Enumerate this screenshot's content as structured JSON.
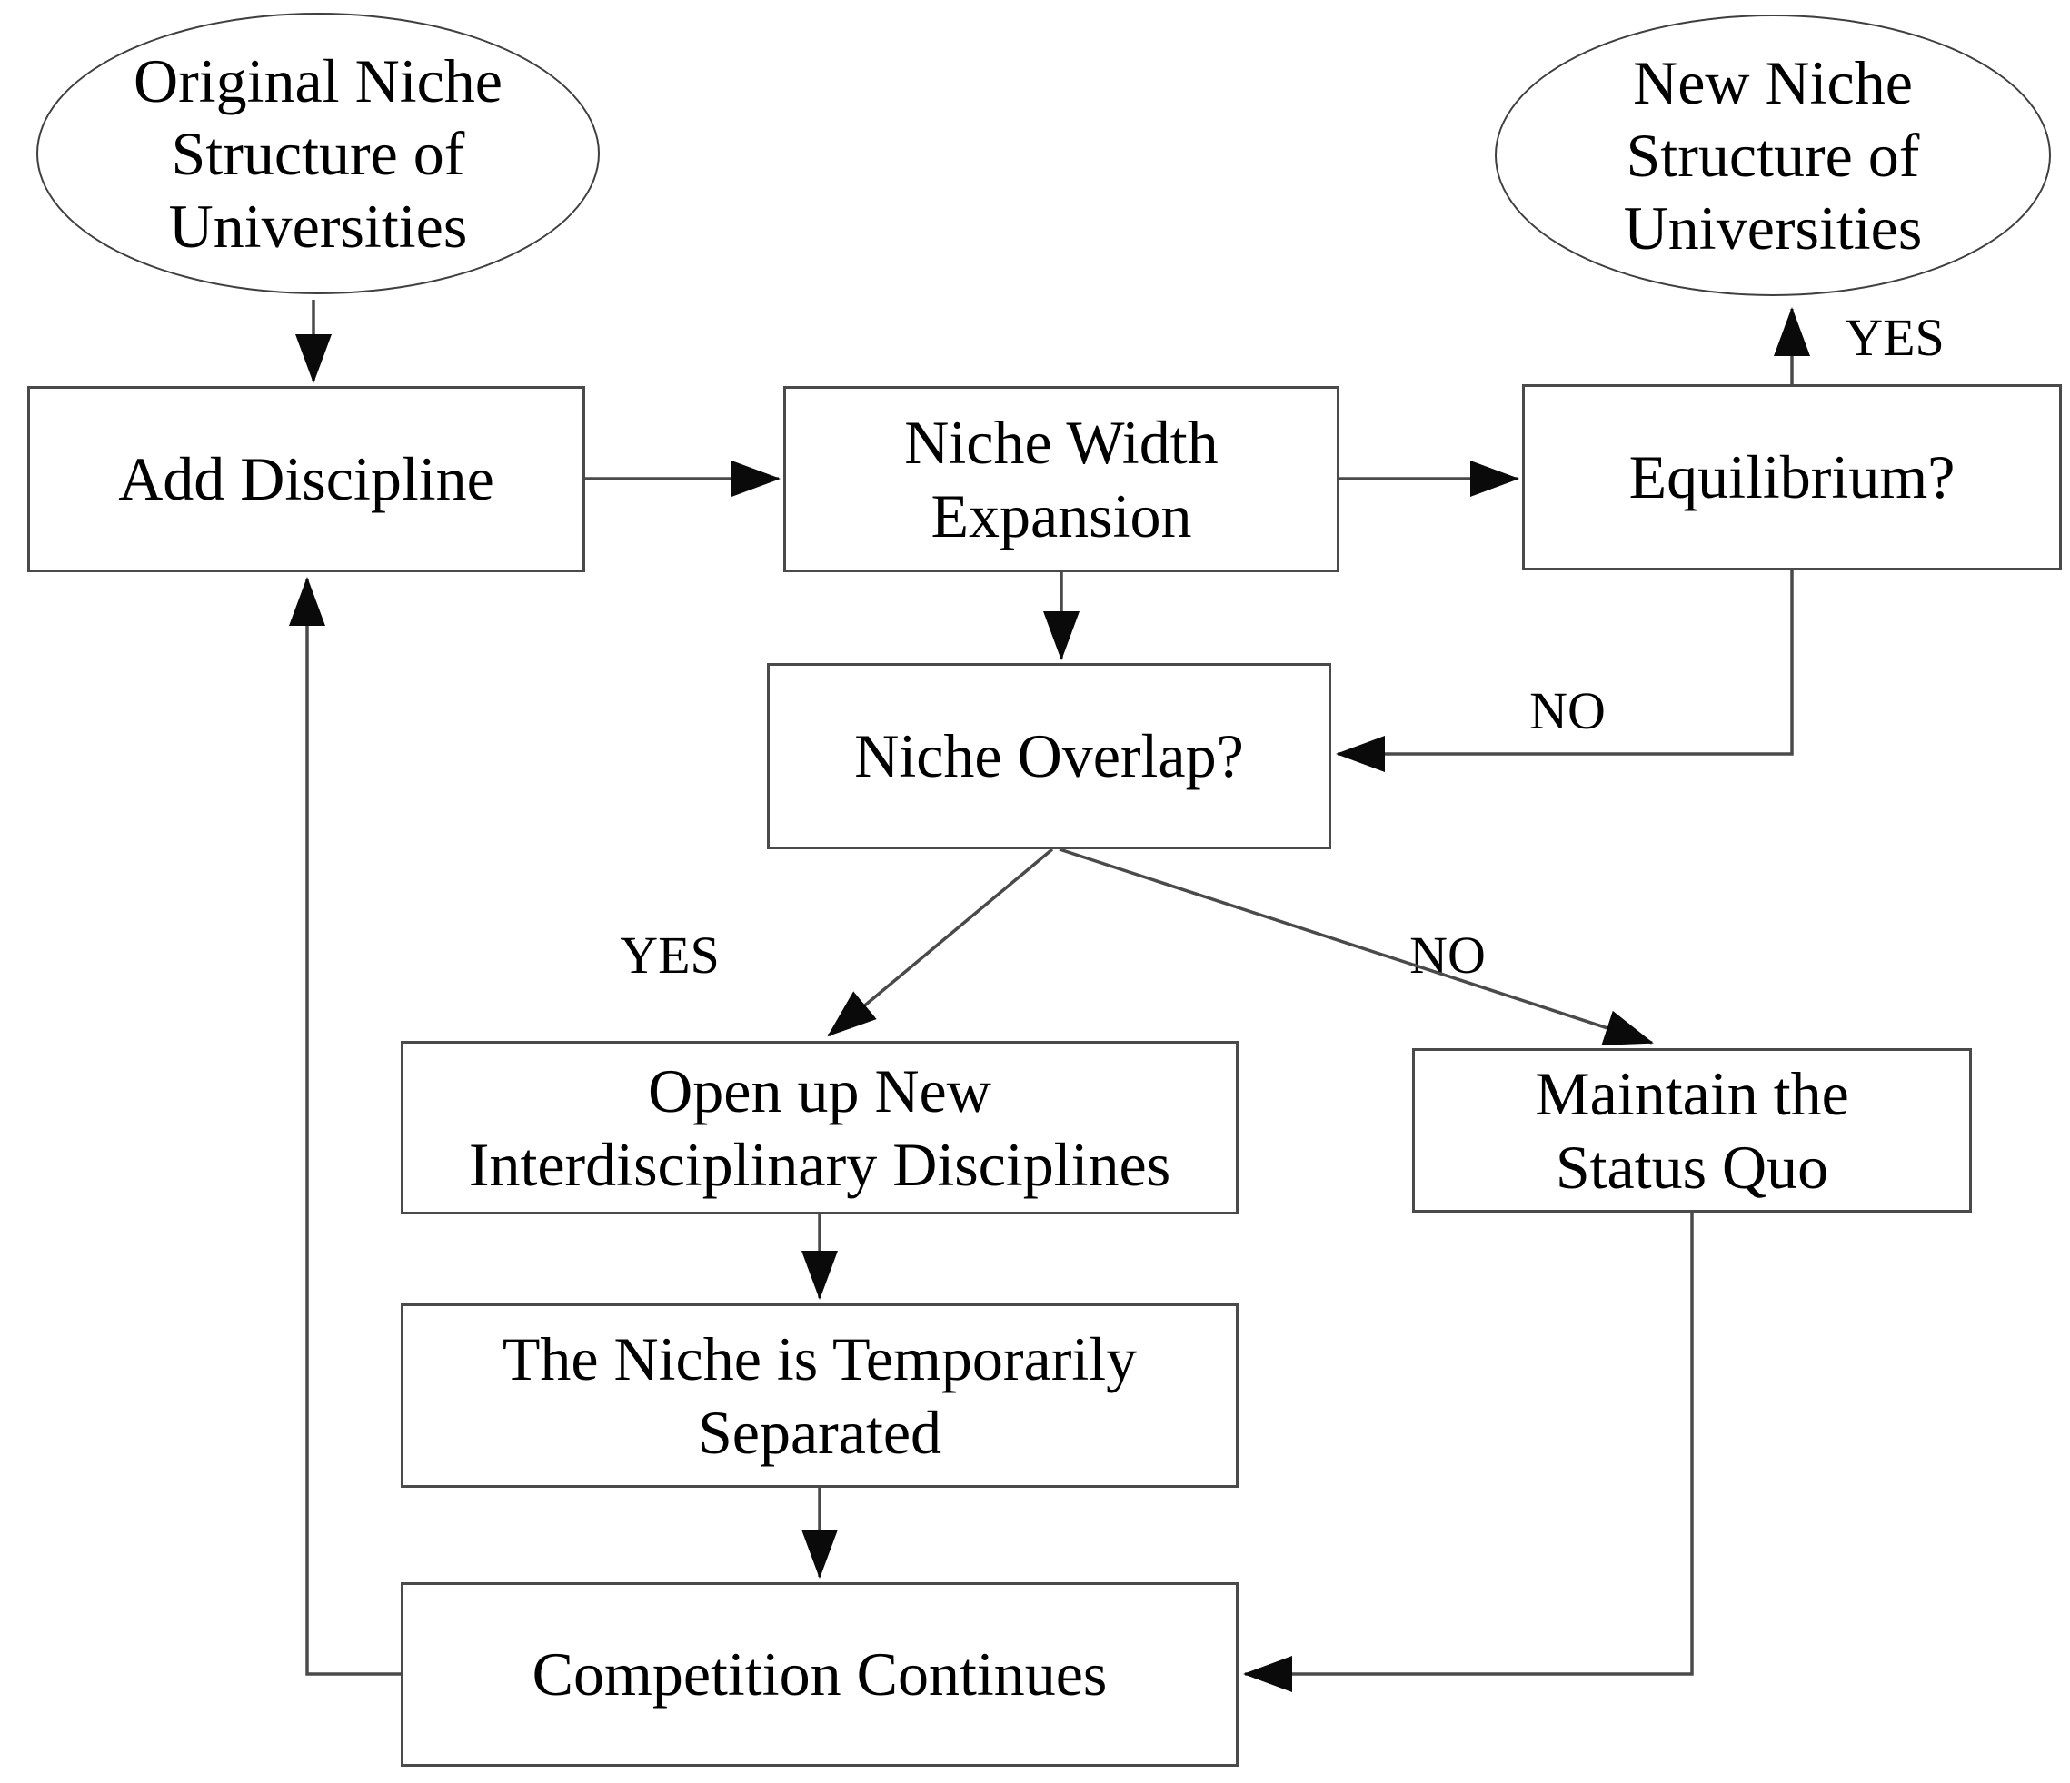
{
  "diagram": {
    "nodes": {
      "original_niche": {
        "shape": "ellipse",
        "label": "Original Niche\nStructure of\nUniversities"
      },
      "new_niche": {
        "shape": "ellipse",
        "label": "New Niche\nStructure of\nUniversities"
      },
      "add_discipline": {
        "shape": "rect",
        "label": "Add Discipline"
      },
      "niche_width_expansion": {
        "shape": "rect",
        "label": "Niche Width\nExpansion"
      },
      "equilibrium": {
        "shape": "rect",
        "label": "Equilibrium?"
      },
      "niche_overlap": {
        "shape": "rect",
        "label": "Niche Overlap?"
      },
      "open_new_disciplines": {
        "shape": "rect",
        "label": "Open up New\nInterdisciplinary Disciplines"
      },
      "maintain_status_quo": {
        "shape": "rect",
        "label": "Maintain the\nStatus Quo"
      },
      "niche_temporarily_separated": {
        "shape": "rect",
        "label": "The Niche is Temporarily\nSeparated"
      },
      "competition_continues": {
        "shape": "rect",
        "label": "Competition Continues"
      }
    },
    "edge_labels": {
      "equilibrium_yes": "YES",
      "equilibrium_no": "NO",
      "overlap_yes": "YES",
      "overlap_no": "NO"
    },
    "colors": {
      "stroke": "#4a4a4a",
      "arrow_fill": "#0a0a0a",
      "text": "#000000",
      "background": "#ffffff"
    }
  }
}
